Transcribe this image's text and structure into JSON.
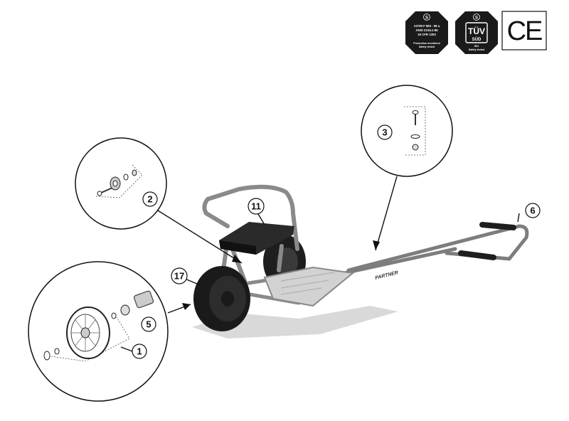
{
  "certifications": {
    "astm": {
      "symbol": "S",
      "lines": [
        "ASTM F 963 - 96 a",
        "ANSI Z315.1:96",
        "16 CFR 1303"
      ],
      "footer": [
        "Production monitored",
        "Safety tested"
      ]
    },
    "tuv": {
      "symbol": "S",
      "main": "TÜV",
      "sub": "SÜD",
      "footer": [
        "ISO",
        "Safety tested"
      ]
    },
    "ce": {
      "mark": "CE"
    }
  },
  "brand_text": "PARTNER",
  "callouts": [
    "1",
    "2",
    "3",
    "5",
    "6",
    "11",
    "17"
  ],
  "colors": {
    "frame": "#8a8a8a",
    "dark": "#222222",
    "seat": "#2a2a2a",
    "step": "#d6d6d6"
  }
}
